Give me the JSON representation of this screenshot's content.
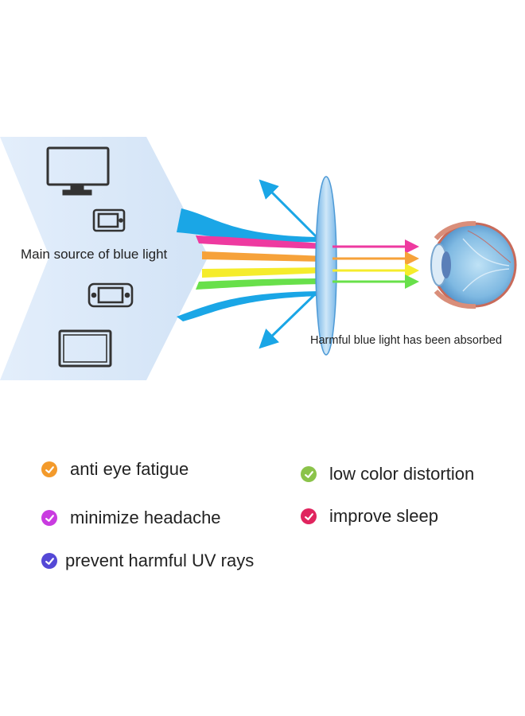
{
  "diagram": {
    "source_label": "Main source of blue light",
    "absorbed_label": "Harmful blue light has been absorbed",
    "colors": {
      "panel": "#dbe8f8",
      "lens": "#9cc7ea",
      "blue_ray": "#1aa6e6",
      "pink_ray": "#ee3aa0",
      "orange_ray": "#f6a23a",
      "yellow_ray": "#f5ec2c",
      "green_ray": "#68e04a",
      "device": "#333333"
    },
    "devices": [
      "monitor-icon",
      "phone-icon",
      "game-console-icon",
      "tablet-icon"
    ]
  },
  "benefits": [
    {
      "label": "anti eye fatigue",
      "color": "#f39a2b"
    },
    {
      "label": "low color distortion",
      "color": "#8bc34a"
    },
    {
      "label": "minimize headache",
      "color": "#c93be0"
    },
    {
      "label": "improve sleep",
      "color": "#e0245e"
    },
    {
      "label": "prevent harmful UV rays",
      "color": "#5448d6"
    }
  ]
}
